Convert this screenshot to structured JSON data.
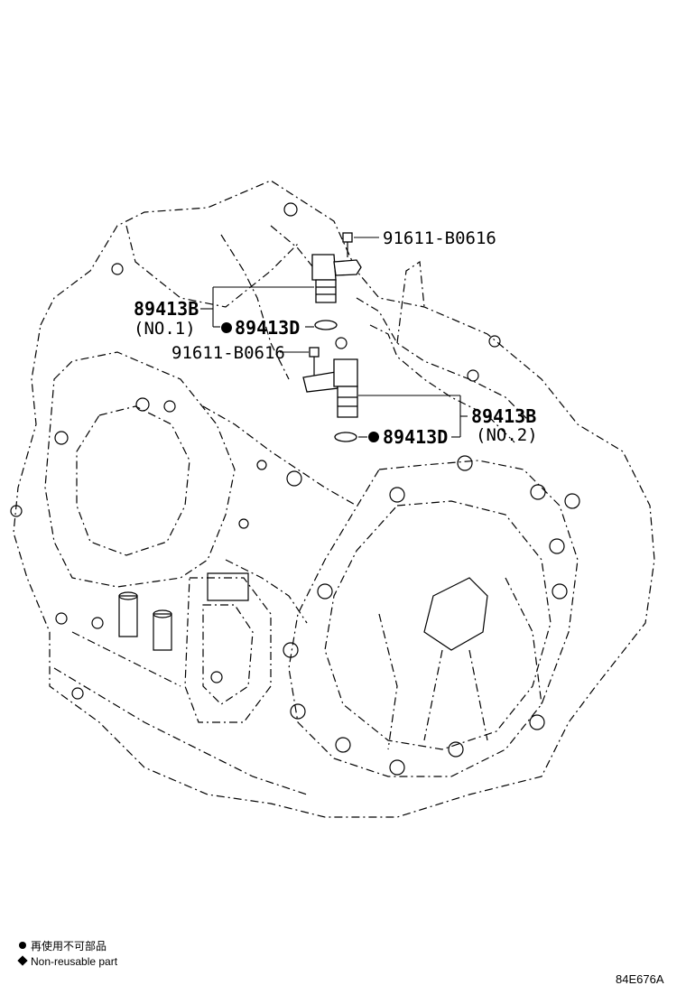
{
  "labels": {
    "bolt_top": "91611-B0616",
    "sensor_no1_part": "89413B",
    "sensor_no1_sub": "(NO.1)",
    "oring_no1": "89413D",
    "bolt_mid": "91611-B0616",
    "sensor_no2_part": "89413B",
    "sensor_no2_sub": "(NO.2)",
    "oring_no2": "89413D"
  },
  "legend": {
    "line1": "再使用不可部品",
    "line2": "Non-reusable part"
  },
  "figure_id": "84E676A"
}
